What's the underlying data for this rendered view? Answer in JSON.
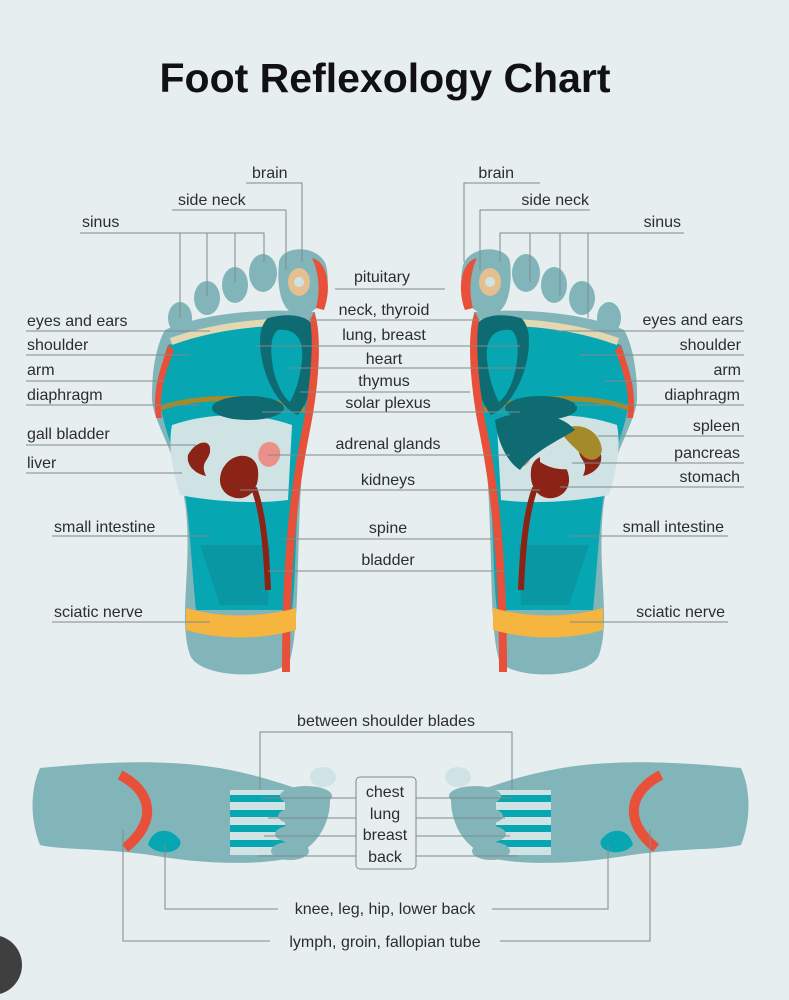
{
  "title": "Foot Reflexology Chart",
  "labels": {
    "brain": "brain",
    "side_neck": "side neck",
    "sinus": "sinus",
    "pituitary": "pituitary",
    "eyes_and_ears": "eyes and ears",
    "neck_thyroid": "neck, thyroid",
    "shoulder": "shoulder",
    "lung_breast": "lung, breast",
    "arm": "arm",
    "heart": "heart",
    "thymus": "thymus",
    "diaphragm": "diaphragm",
    "solar_plexus": "solar plexus",
    "gall_bladder": "gall bladder",
    "spleen": "spleen",
    "adrenal_glands": "adrenal glands",
    "pancreas": "pancreas",
    "liver": "liver",
    "kidneys": "kidneys",
    "stomach": "stomach",
    "small_intestine": "small intestine",
    "spine": "spine",
    "bladder": "bladder",
    "sciatic_nerve": "sciatic nerve",
    "between_shoulder_blades": "between shoulder blades",
    "chest": "chest",
    "lung": "lung",
    "breast": "breast",
    "back": "back",
    "knee_leg_hip_lower_back": "knee, leg, hip, lower back",
    "lymph_groin_fallopian_tube": "lymph, groin, fallopian tube"
  },
  "colors": {
    "background": "#e6eef0",
    "skin": "#82b5ba",
    "teal": "#07a6b3",
    "dark_teal": "#0f6b72",
    "red": "#e8503a",
    "yellow": "#f6b53e",
    "tan": "#e3c08e",
    "pale": "#cfe3e4",
    "dark_red": "#8b2317",
    "pink": "#ea9088",
    "brown": "#a58a2a"
  }
}
